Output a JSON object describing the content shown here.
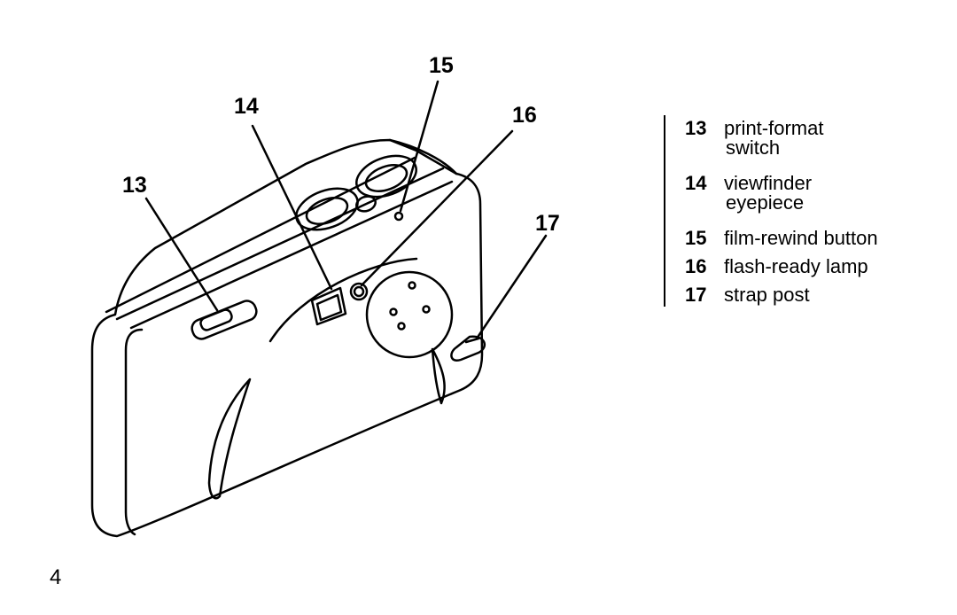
{
  "callouts": [
    "13",
    "14",
    "15",
    "16",
    "17"
  ],
  "legend": {
    "items": [
      {
        "num": "13",
        "text": "print-format",
        "text2": "switch"
      },
      {
        "num": "14",
        "text": "viewfinder",
        "text2": "eyepiece"
      },
      {
        "num": "15",
        "text": "film-rewind button",
        "text2": ""
      },
      {
        "num": "16",
        "text": "flash-ready lamp",
        "text2": ""
      },
      {
        "num": "17",
        "text": "strap post",
        "text2": ""
      }
    ]
  },
  "page_number": "4"
}
